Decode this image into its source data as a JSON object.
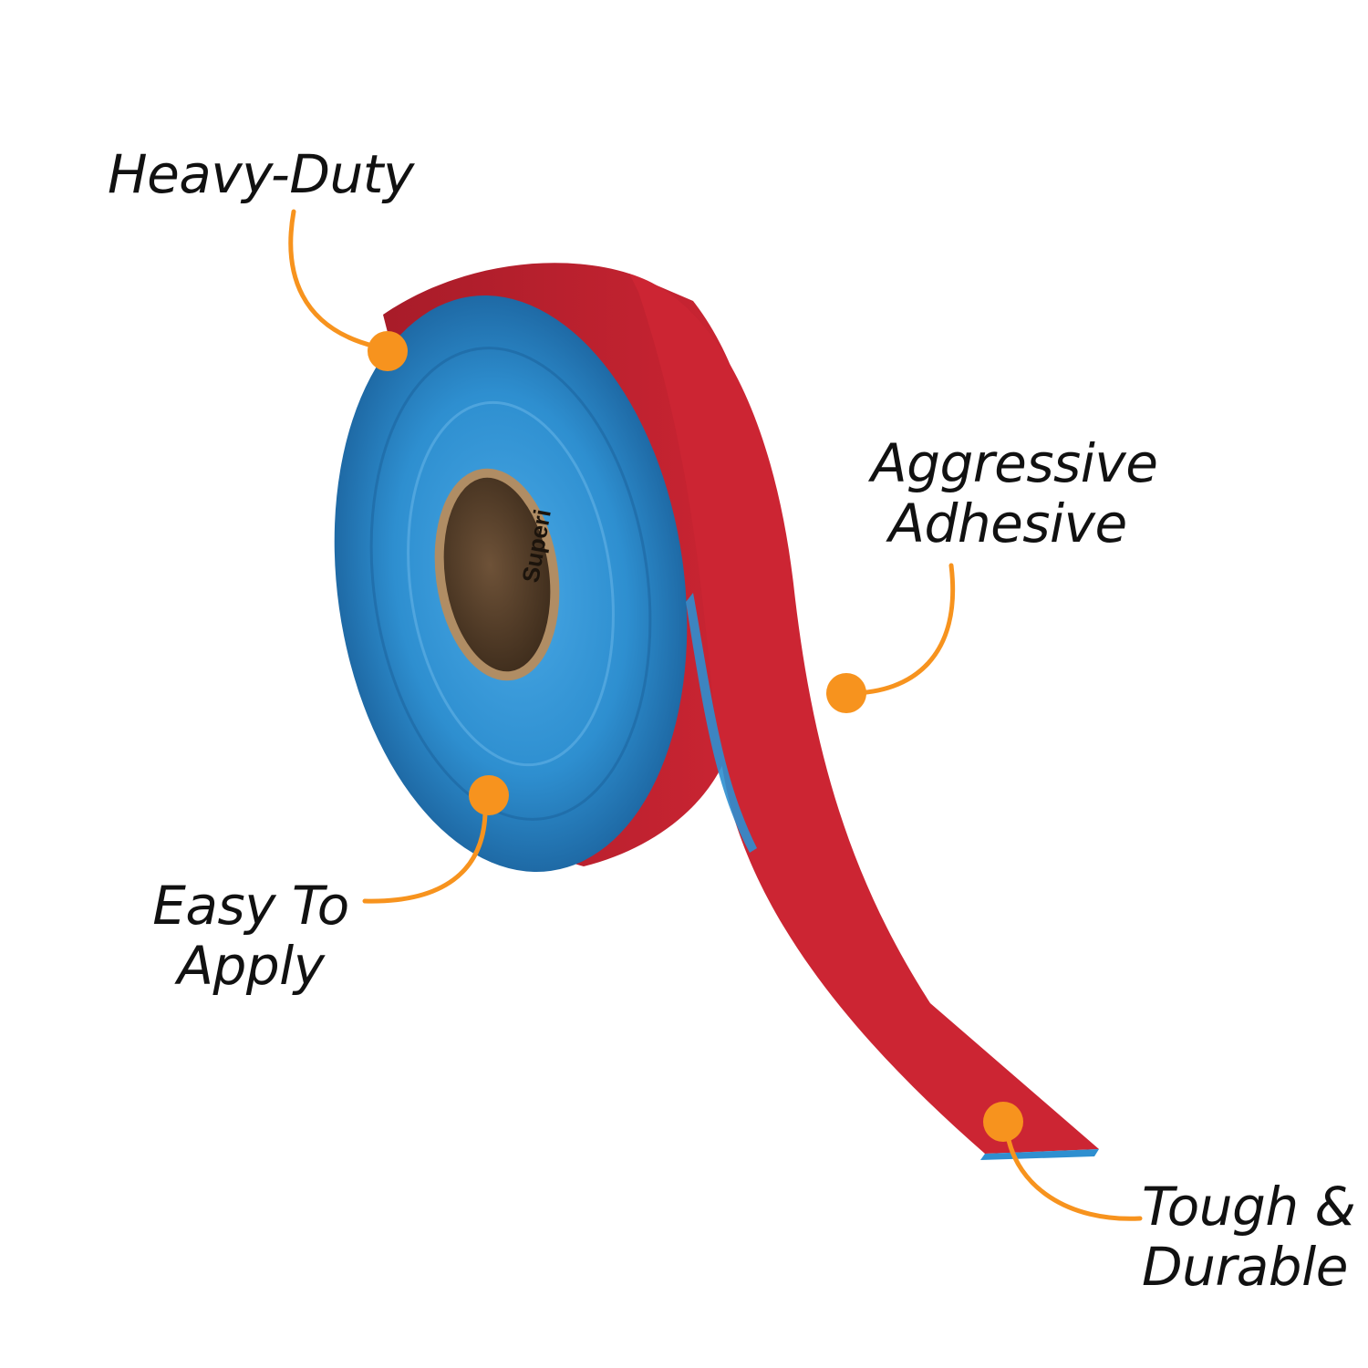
{
  "colors": {
    "background": "#ffffff",
    "tape_red": "#cc2533",
    "tape_red_dark": "#a81c29",
    "adhesive_blue": "#2e8fd0",
    "adhesive_blue_dark": "#1a5f99",
    "core_brown": "#8a6b4a",
    "callout_orange": "#f7931e",
    "text": "#111111"
  },
  "callouts": {
    "heavy_duty": {
      "line1": "Heavy-Duty"
    },
    "aggressive_adhesive": {
      "line1": "Aggressive",
      "line2": "Adhesive"
    },
    "easy_to_apply": {
      "line1": "Easy To",
      "line2": "Apply"
    },
    "tough_durable": {
      "line1": "Tough &",
      "line2": "Durable"
    }
  },
  "core_print": {
    "text": "Superi"
  }
}
